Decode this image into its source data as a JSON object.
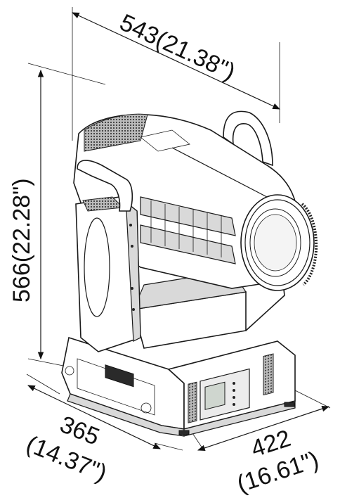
{
  "dimensions": {
    "width": {
      "mm": "543",
      "in": "(21.38\")"
    },
    "height": {
      "label": "566(22.28\")"
    },
    "depth": {
      "mm": "365",
      "in": "(14.37\")"
    },
    "base_width": {
      "mm": "422",
      "in": "(16.61\")"
    }
  }
}
